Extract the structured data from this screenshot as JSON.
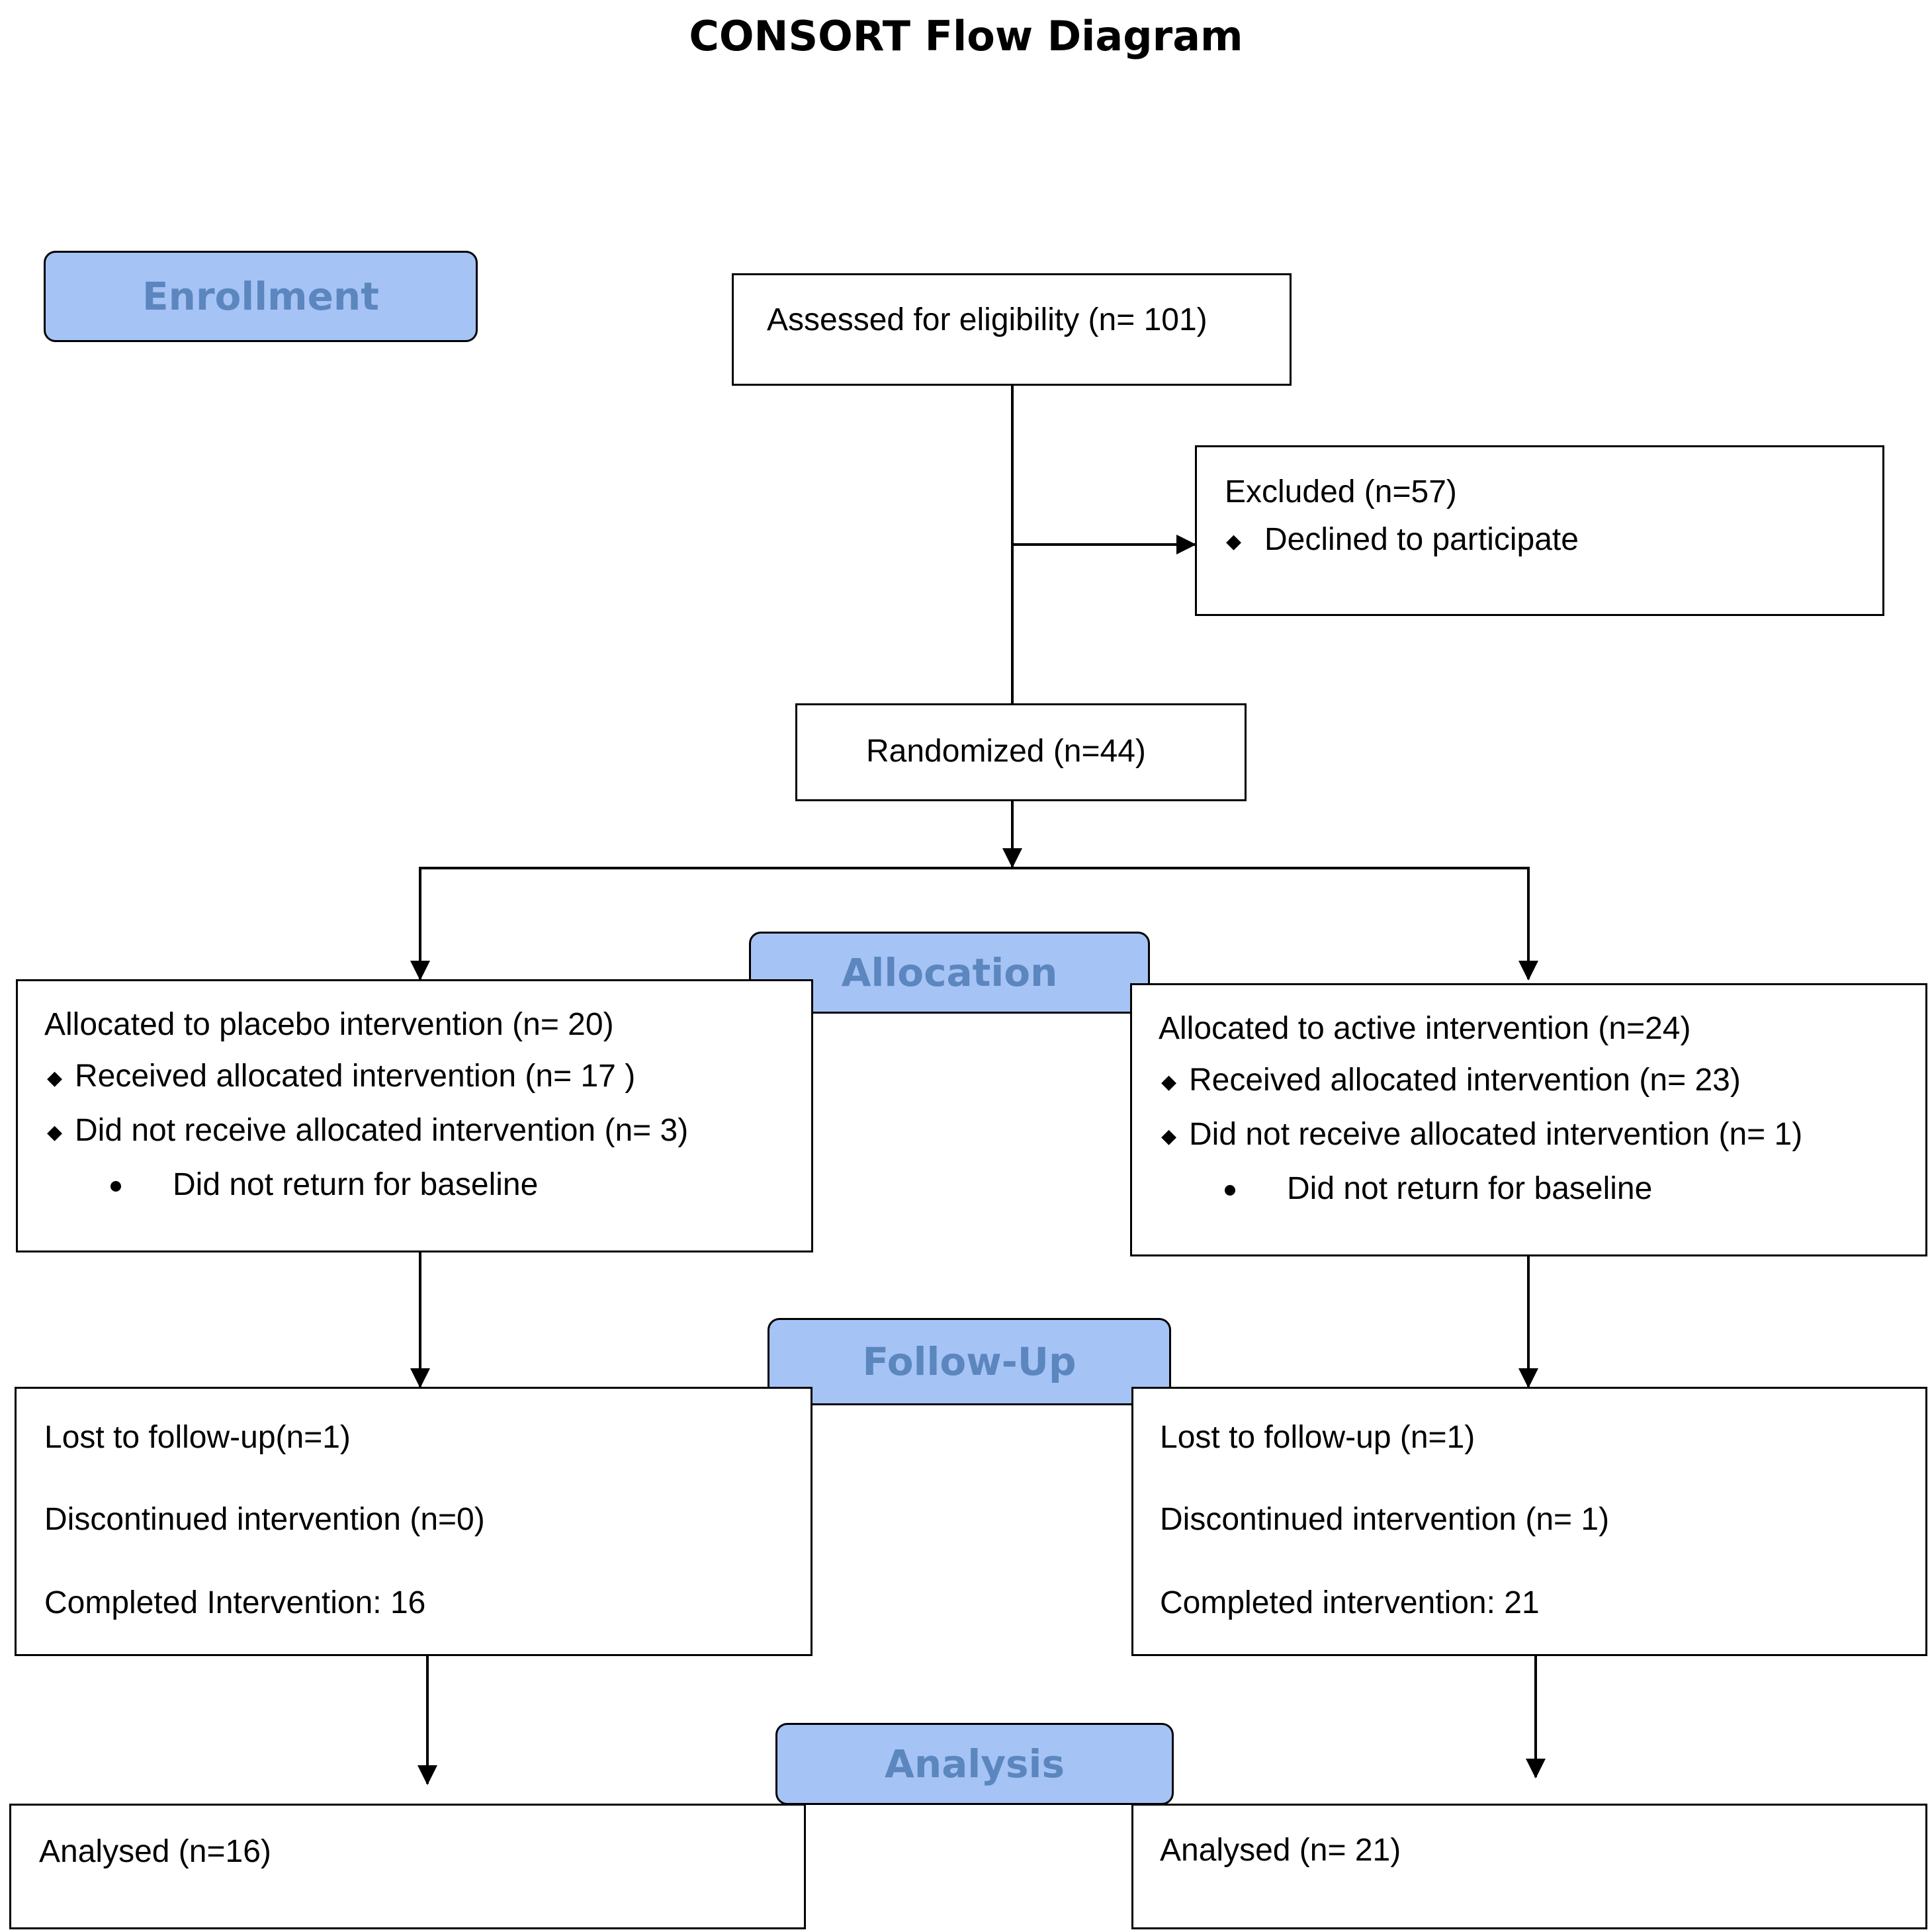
{
  "title": "CONSORT Flow Diagram",
  "stages": {
    "enrollment": "Enrollment",
    "allocation": "Allocation",
    "followup": "Follow-Up",
    "analysis": "Analysis"
  },
  "enrollment": {
    "assessed": "Assessed for eligibility (n= 101)",
    "excluded_title": "Excluded (n=57)",
    "excluded_reason": "Declined to participate",
    "randomized": "Randomized (n=44)"
  },
  "allocation": {
    "placebo": {
      "title": "Allocated to placebo intervention (n= 20)",
      "received": "Received allocated intervention (n= 17 )",
      "not_received": "Did not receive allocated intervention (n= 3)",
      "reason": "Did not return for baseline"
    },
    "active": {
      "title": "Allocated to active intervention (n=24)",
      "received": "Received allocated intervention (n= 23)",
      "not_received": "Did not receive allocated intervention (n= 1)",
      "reason": "Did not return for baseline"
    }
  },
  "followup": {
    "placebo": {
      "lost": "Lost to follow-up(n=1)",
      "discontinued": "Discontinued intervention (n=0)",
      "completed": "Completed Intervention: 16"
    },
    "active": {
      "lost": "Lost to follow-up (n=1)",
      "discontinued": "Discontinued intervention (n= 1)",
      "completed": "Completed intervention: 21"
    }
  },
  "analysis": {
    "placebo": "Analysed (n=16)",
    "active": "Analysed (n= 21)"
  }
}
